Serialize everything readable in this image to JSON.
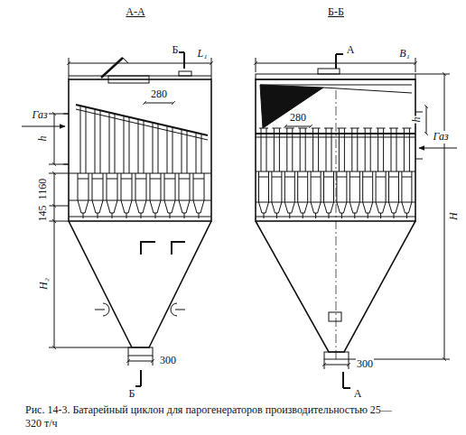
{
  "diagram": {
    "caption": "Рис. 14-3. Батарейный циклон для парогенераторов производительностью 25—320 т/ч",
    "labels": [
      "А-А",
      "Б-Б",
      "L₁",
      "B₁",
      "Б",
      "А",
      "280",
      "280",
      "Газ",
      "h",
      "Газ",
      "h",
      "1160",
      "145",
      "H₂",
      "H",
      "300",
      "300",
      "Б",
      "А"
    ]
  }
}
